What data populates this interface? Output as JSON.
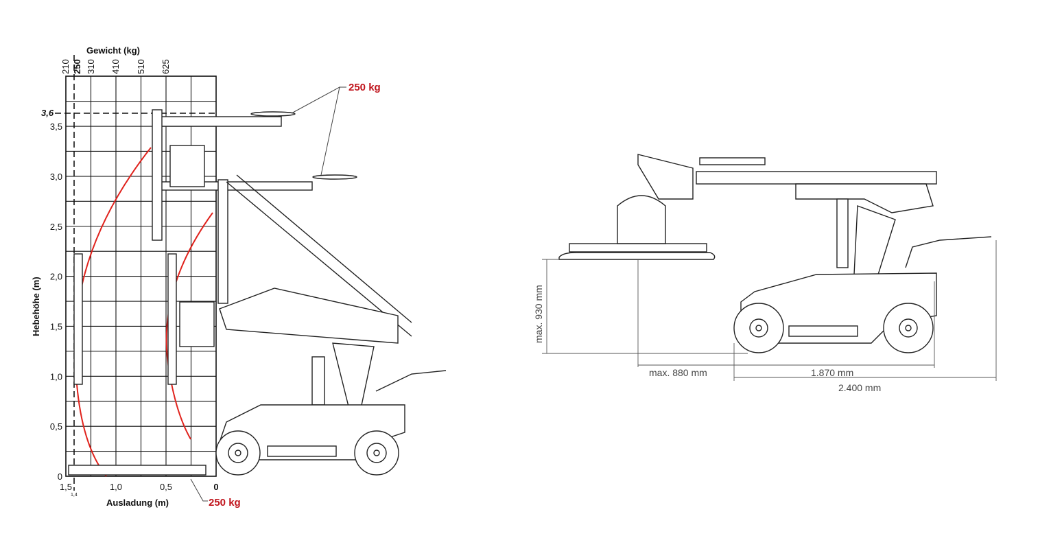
{
  "load_chart": {
    "weight_axis_title": "Gewicht (kg)",
    "weight_labels": [
      "210",
      "250",
      "310",
      "410",
      "510",
      "625"
    ],
    "y_axis_title": "Hebehöhe (m)",
    "y_labels": [
      "0",
      "0,5",
      "1,0",
      "1,5",
      "2,0",
      "2,5",
      "3,0",
      "3,5"
    ],
    "max_height_label": "3,6",
    "x_axis_title": "Ausladung (m)",
    "x_labels": [
      "1,5",
      "1,0",
      "0,5",
      "0"
    ],
    "max_reach_label": "1,4",
    "load_top_label": "250 kg",
    "load_bottom_label": "250 kg",
    "accent_color": "#c0141c"
  },
  "dimensions": {
    "height_label": "max. 930 mm",
    "overhang_label": "max. 880 mm",
    "wheelbase_label": "1.870 mm",
    "total_length_label": "2.400 mm"
  }
}
